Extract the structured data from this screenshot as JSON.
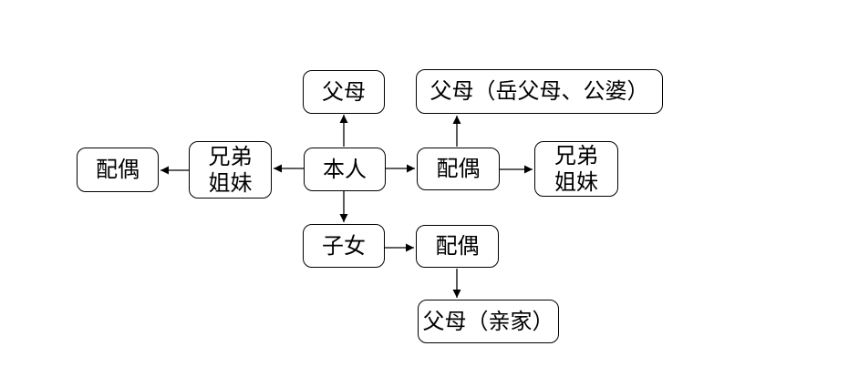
{
  "diagram": {
    "type": "relationship-flowchart",
    "language": "zh-CN",
    "nodes": {
      "parents": {
        "label": "父母"
      },
      "spouse_parents": {
        "label": "父母（岳父母、公婆）"
      },
      "sibling_spouse": {
        "label": "配偶"
      },
      "siblings_left": {
        "label": "兄弟\n姐妹"
      },
      "self": {
        "label": "本人"
      },
      "spouse": {
        "label": "配偶"
      },
      "siblings_right": {
        "label": "兄弟\n姐妹"
      },
      "children": {
        "label": "子女"
      },
      "children_spouse": {
        "label": "配偶"
      },
      "children_inlaws": {
        "label": "父母（亲家）"
      }
    },
    "edges": [
      {
        "from": "self",
        "to": "parents"
      },
      {
        "from": "self",
        "to": "siblings_left"
      },
      {
        "from": "siblings_left",
        "to": "sibling_spouse"
      },
      {
        "from": "self",
        "to": "spouse"
      },
      {
        "from": "spouse",
        "to": "spouse_parents"
      },
      {
        "from": "spouse",
        "to": "siblings_right"
      },
      {
        "from": "self",
        "to": "children"
      },
      {
        "from": "children",
        "to": "children_spouse"
      },
      {
        "from": "children_spouse",
        "to": "children_inlaws"
      }
    ],
    "colors": {
      "background": "#ffffff",
      "box_fill": "#ffffff",
      "box_border": "#000000",
      "line": "#000000",
      "text": "#000000"
    }
  }
}
